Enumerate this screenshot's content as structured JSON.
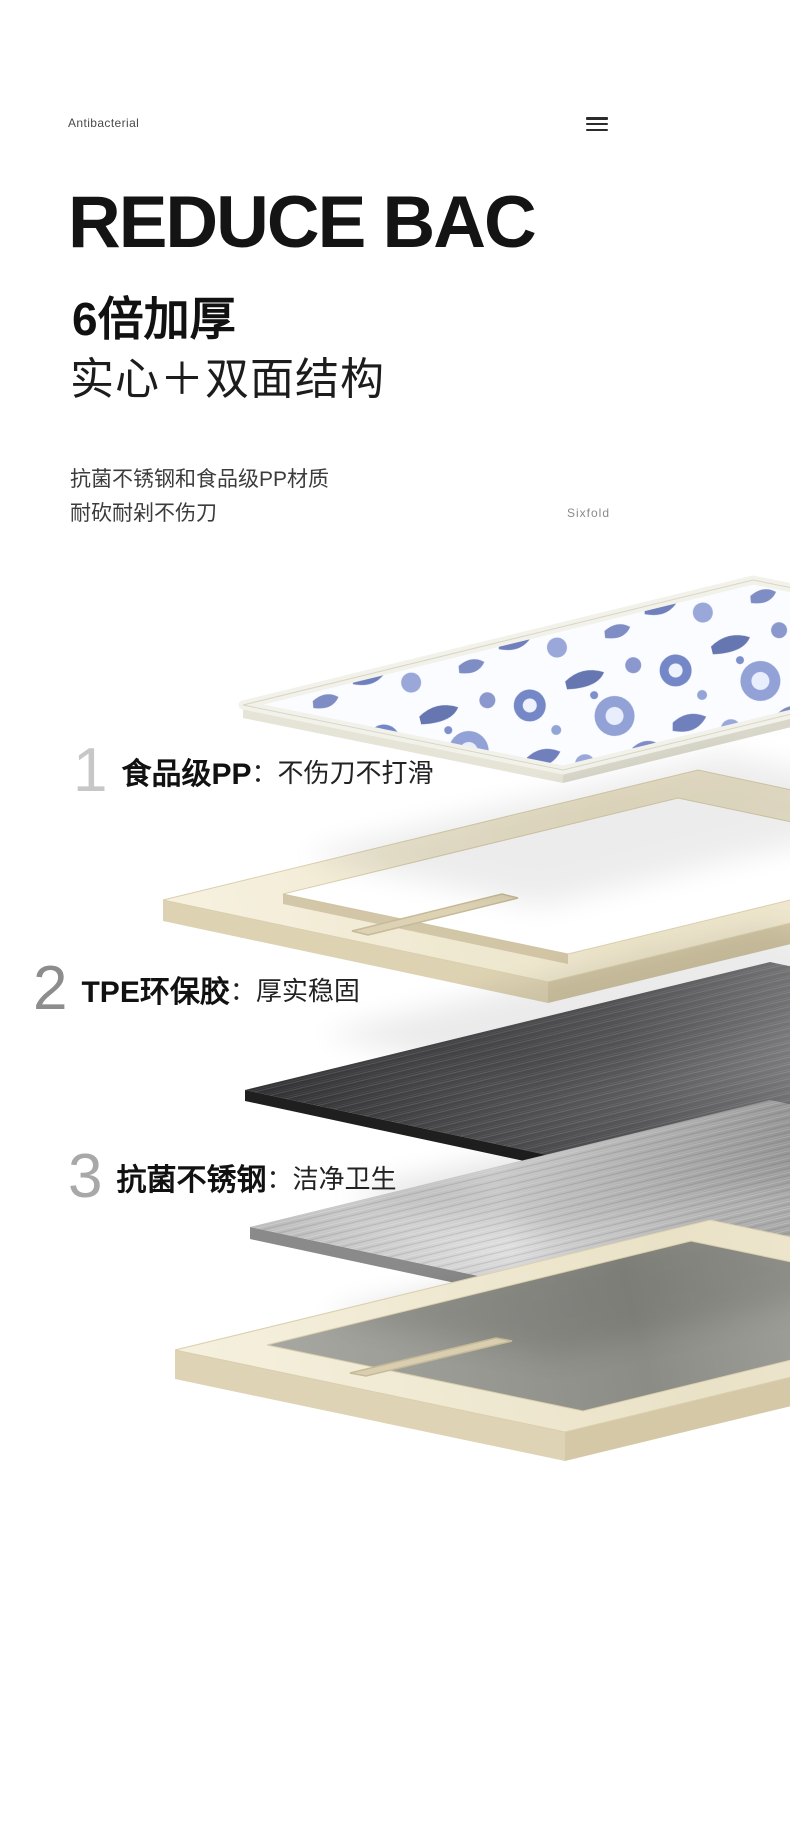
{
  "header": {
    "brand": "Antibacterial"
  },
  "hero": {
    "title_en": "REDUCE BAC",
    "title_cn_bold": "6倍加厚",
    "title_cn_sub": "实心＋双面结构",
    "desc_line1": "抗菌不锈钢和食品级PP材质",
    "desc_line2": "耐砍耐剁不伤刀",
    "watermark": "Sixfold"
  },
  "callouts": [
    {
      "number": "1",
      "label": "食品级PP",
      "separator": "：",
      "desc": "不伤刀不打滑",
      "number_color": "#c7c7c7"
    },
    {
      "number": "2",
      "label": "TPE环保胶",
      "separator": "：",
      "desc": "厚实稳固",
      "number_color": "#8d8d8d"
    },
    {
      "number": "3",
      "label": "抗菌不锈钢",
      "separator": "：",
      "desc": "洁净卫生",
      "number_color": "#a8a8a8"
    }
  ],
  "exploded_view": {
    "layers": [
      "porcelain-pp-board",
      "tpe-frame",
      "steel-sheet-dark",
      "steel-sheet-brushed",
      "cream-base-tray"
    ]
  },
  "colors": {
    "text_primary": "#141414",
    "porcelain_blue": "#5468b4",
    "cream": "#efe8d2",
    "steel_dark": "#3a3a3c",
    "steel_light": "#c6c6c6"
  }
}
